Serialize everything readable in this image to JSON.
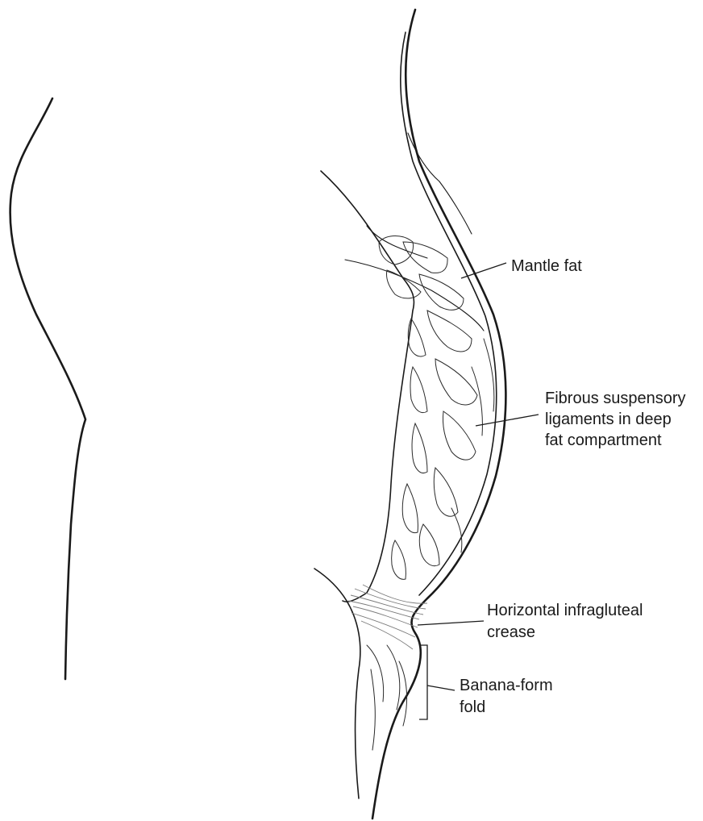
{
  "labels": {
    "mantle_fat": "Mantle fat",
    "fibrous_line1": "Fibrous suspensory",
    "fibrous_line2": "ligaments in deep",
    "fibrous_line3": "fat compartment",
    "crease_line1": "Horizontal infragluteal",
    "crease_line2": "crease",
    "banana_line1": "Banana-form",
    "banana_line2": "fold"
  }
}
